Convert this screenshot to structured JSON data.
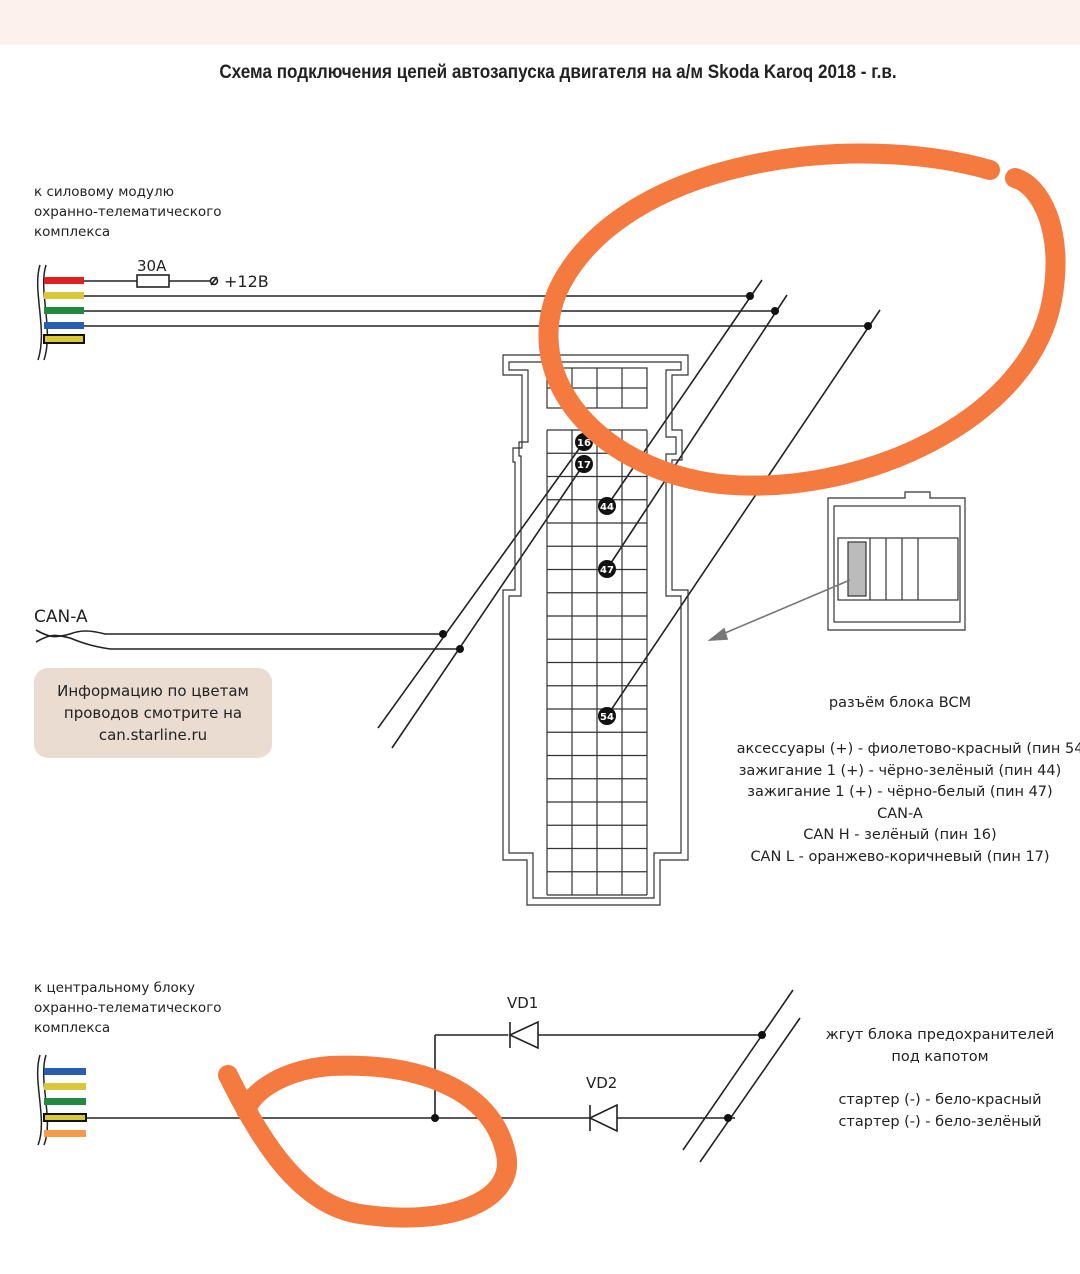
{
  "title": "Схема подключения цепей автозапуска двигателя на а/м Skoda Karoq 2018 -  г.в.",
  "power_module": {
    "label_lines": [
      "к силовому модулю",
      "охранно-телематического",
      "комплекса"
    ],
    "fuse": "30A",
    "supply": "+12В",
    "wire_colors": [
      "#e02020",
      "#d8c83a",
      "#1f8a40",
      "#2a5db0",
      "black-yellow"
    ]
  },
  "can_label": "CAN-A",
  "info_box": [
    "Информацию по цветам",
    "проводов смотрите на",
    "can.starline.ru"
  ],
  "connector": {
    "pins": [
      "16",
      "17",
      "44",
      "47",
      "54"
    ]
  },
  "bcm": {
    "title": "разъём блока BCM",
    "lines": [
      "аксессуары (+) - фиолетово-красный (пин 54",
      "зажигание 1 (+) - чёрно-зелёный (пин 44)",
      "зажигание 1 (+) - чёрно-белый (пин 47)",
      "CAN-A",
      "CAN H - зелёный (пин 16)",
      "CAN L - оранжево-коричневый (пин 17)"
    ]
  },
  "central_block": {
    "label_lines": [
      "к центральному блоку",
      "охранно-телематического",
      "комплекса"
    ],
    "wire_colors": [
      "#2a5db0",
      "#d8c83a",
      "#1f8a40",
      "black-yellow",
      "#f59a4a"
    ]
  },
  "diodes": [
    "VD1",
    "VD2"
  ],
  "fuse_harness": {
    "title_lines": [
      "жгут блока предохранителей",
      "под капотом"
    ],
    "lines": [
      "стартер (-) - бело-красный",
      "стартер (-) - бело-зелёный"
    ]
  },
  "annotation_color": "#f47a3f"
}
